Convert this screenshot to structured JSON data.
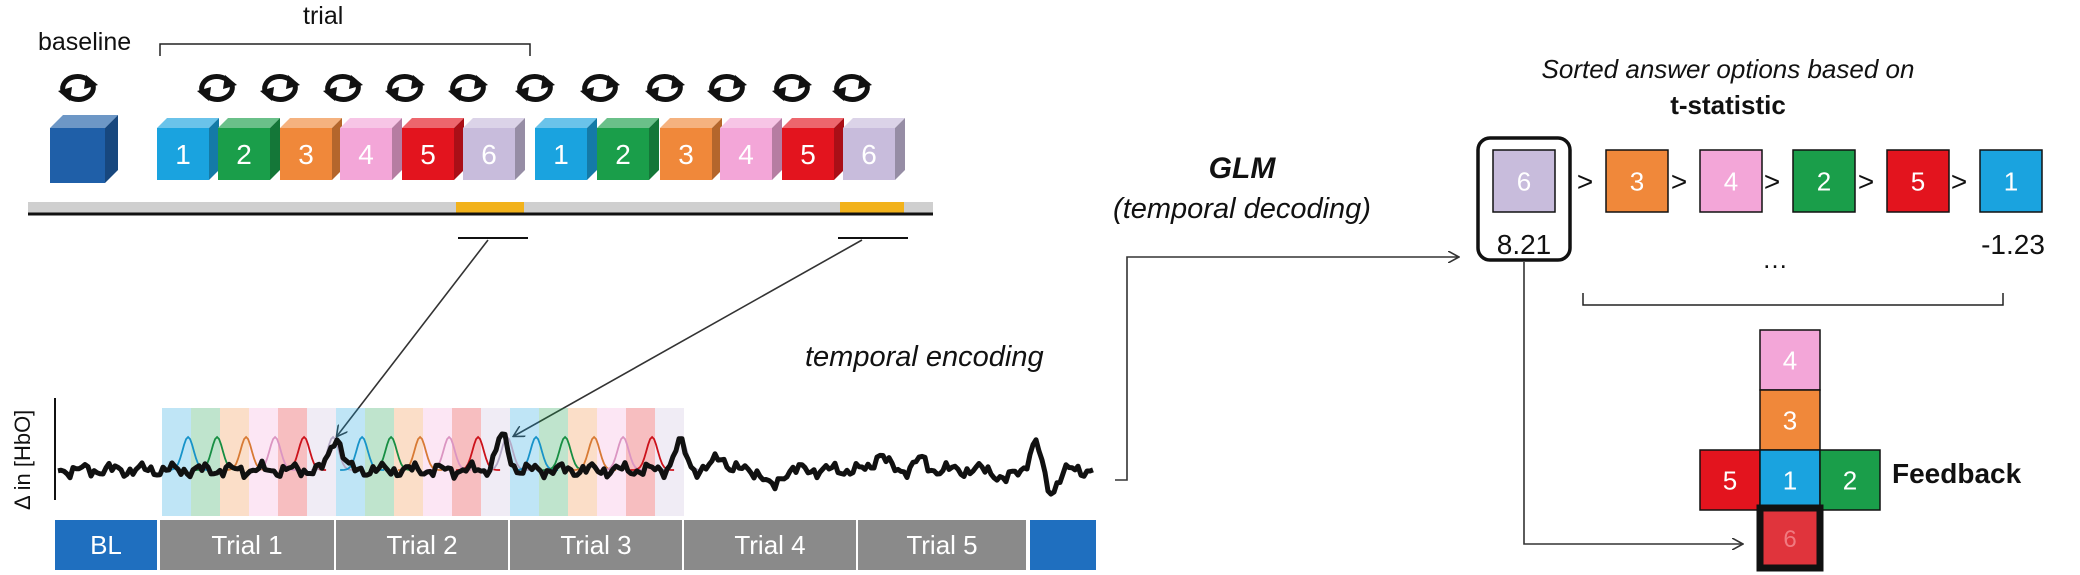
{
  "labels": {
    "baseline": "baseline",
    "trial": "trial",
    "glm": "GLM",
    "glm_sub": "(temporal decoding)",
    "temporal_encoding": "temporal encoding",
    "sorted_line1": "Sorted answer options based on",
    "sorted_line2": "t-statistic",
    "best_value": "8.21",
    "worst_value": "-1.23",
    "ellipsis": "…",
    "feedback": "Feedback",
    "ylabel": "Δ in [HbO]",
    "gt": ">"
  },
  "colors": {
    "1": "#1aa3df",
    "2": "#1a9e4a",
    "3": "#f0883a",
    "4": "#f3a6d8",
    "5": "#e3141e",
    "6": "#c8bcdc",
    "baseline_cube": "#1f5fa8",
    "bar_blue": "#1f6fbf",
    "bar_gray": "#8a8a8a",
    "highlight": "#f2b21b"
  },
  "top_sequence": [
    "1",
    "2",
    "3",
    "4",
    "5",
    "6",
    "1",
    "2",
    "3",
    "4",
    "5",
    "6"
  ],
  "sorted_options": [
    "3",
    "4",
    "2",
    "5",
    "1"
  ],
  "best_option": "6",
  "feedback_cross": {
    "top2": "4",
    "top1": "3",
    "left": "5",
    "center": "1",
    "right": "2",
    "bottom": "6"
  },
  "timeline": [
    {
      "label": "BL",
      "color": "#1f6fbf"
    },
    {
      "label": "Trial 1",
      "color": "#8a8a8a"
    },
    {
      "label": "Trial 2",
      "color": "#8a8a8a"
    },
    {
      "label": "Trial 3",
      "color": "#8a8a8a"
    },
    {
      "label": "Trial 4",
      "color": "#8a8a8a"
    },
    {
      "label": "Trial 5",
      "color": "#8a8a8a"
    },
    {
      "label": "",
      "color": "#1f6fbf"
    }
  ]
}
